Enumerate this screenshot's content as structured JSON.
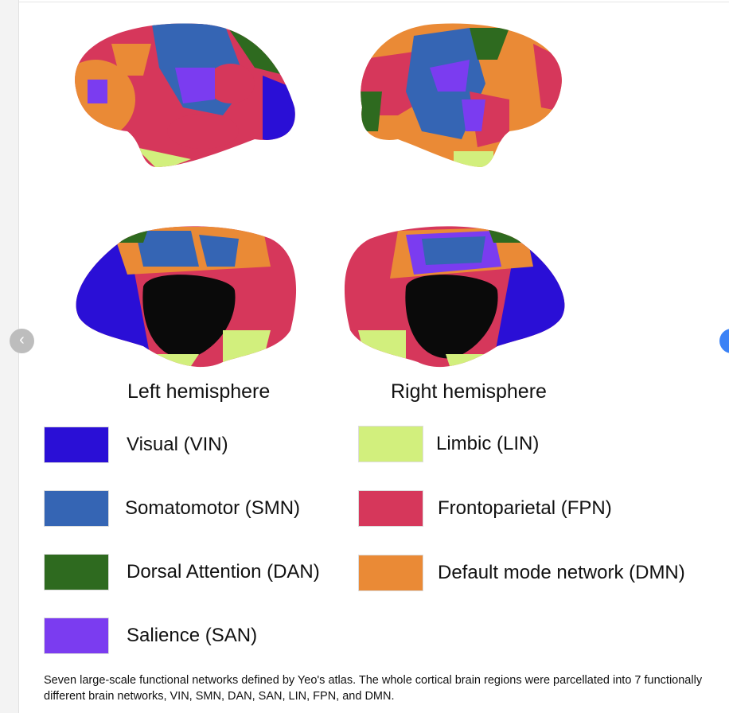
{
  "figure": {
    "hemispheres": {
      "left": "Left hemisphere",
      "right": "Right hemisphere"
    },
    "legend": [
      {
        "label": "Visual (VIN)",
        "color": "#2a0fd6"
      },
      {
        "label": "Somatomotor (SMN)",
        "color": "#3565b4"
      },
      {
        "label": "Dorsal Attention (DAN)",
        "color": "#2e6a1f"
      },
      {
        "label": "Salience (SAN)",
        "color": "#7b3cf0"
      },
      {
        "label": "Limbic (LIN)",
        "color": "#d2ef7d"
      },
      {
        "label": "Frontoparietal (FPN)",
        "color": "#d6375b"
      },
      {
        "label": "Default mode network (DMN)",
        "color": "#ea8a36"
      }
    ],
    "caption": "Seven large-scale functional networks defined by Yeo's atlas. The whole cortical brain regions were parcellated into 7 functionally different brain networks, VIN, SMN, DAN, SAN, LIN, FPN, and DMN."
  },
  "nav": {
    "prev_icon": "‹"
  }
}
